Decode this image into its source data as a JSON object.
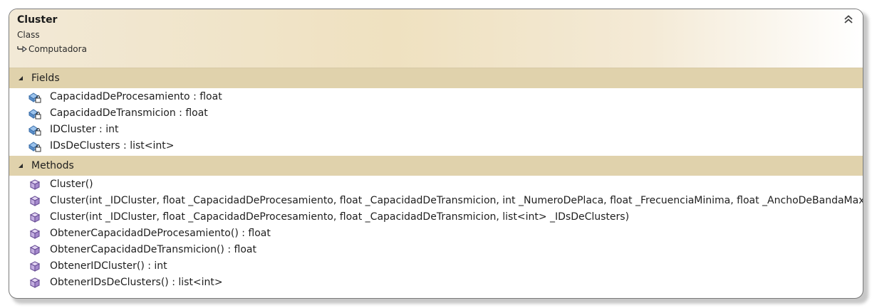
{
  "class_box": {
    "name": "Cluster",
    "kind": "Class",
    "base": "Computadora"
  },
  "sections": {
    "fields": {
      "label": "Fields",
      "items": [
        "CapacidadDeProcesamiento : float",
        "CapacidadDeTransmicion : float",
        "IDCluster : int",
        "IDsDeClusters : list<int>"
      ]
    },
    "methods": {
      "label": "Methods",
      "items": [
        "Cluster()",
        "Cluster(int _IDCluster, float _CapacidadDeProcesamiento, float _CapacidadDeTransmicion, int _NumeroDePlaca, float _FrecuenciaMinima, float _AnchoDeBandaMaximo)",
        "Cluster(int _IDCluster, float _CapacidadDeProcesamiento, float _CapacidadDeTransmicion, list<int> _IDsDeClusters)",
        "ObtenerCapacidadDeProcesamiento() : float",
        "ObtenerCapacidadDeTransmicion() : float",
        "ObtenerIDCluster() : int",
        "ObtenerIDsDeClusters() : list<int>"
      ]
    }
  },
  "icons": {
    "collapse": "double-chevron-up-icon",
    "inherits": "inheritance-arrow-icon",
    "section_toggle": "expanded-triangle-icon",
    "private_field": "private-field-icon",
    "method": "method-cube-icon"
  },
  "colors": {
    "header_gradient_start": "#f2e9d6",
    "header_gradient_mid": "#efe1c0",
    "section_bar": "#e0d2ac",
    "field_icon_blue": "#4a7fc1",
    "method_icon_purple": "#7b5ea7"
  }
}
